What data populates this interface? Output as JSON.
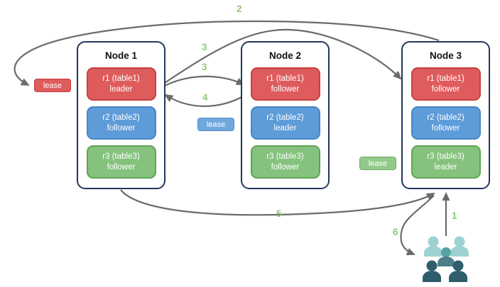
{
  "diagram_title": "replication-leases-diagram",
  "nodes": [
    {
      "title": "Node 1",
      "replicas": [
        {
          "name": "r1 (table1)",
          "role": "leader",
          "color": "red"
        },
        {
          "name": "r2 (table2)",
          "role": "follower",
          "color": "blue"
        },
        {
          "name": "r3 (table3)",
          "role": "follower",
          "color": "green"
        }
      ]
    },
    {
      "title": "Node 2",
      "replicas": [
        {
          "name": "r1 (table1)",
          "role": "follower",
          "color": "red"
        },
        {
          "name": "r2 (table2)",
          "role": "leader",
          "color": "blue"
        },
        {
          "name": "r3 (table3)",
          "role": "follower",
          "color": "green"
        }
      ]
    },
    {
      "title": "Node 3",
      "replicas": [
        {
          "name": "r1 (table1)",
          "role": "follower",
          "color": "blue"
        },
        {
          "name": "r2 (table2)",
          "role": "follower",
          "color": "blue"
        },
        {
          "name": "r3 (table3)",
          "role": "leader",
          "color": "green"
        }
      ]
    }
  ],
  "leases": [
    {
      "label": "lease",
      "color": "red"
    },
    {
      "label": "lease",
      "color": "blue"
    },
    {
      "label": "lease",
      "color": "green"
    }
  ],
  "steps": [
    {
      "label": "1"
    },
    {
      "label": "2"
    },
    {
      "label": "3"
    },
    {
      "label": "3"
    },
    {
      "label": "4"
    },
    {
      "label": "5"
    },
    {
      "label": "6"
    }
  ],
  "client_icon": "people-group-icon",
  "colors": {
    "node_border": "#24365a",
    "red_fill": "#df5c5c",
    "red_border": "#c74040",
    "blue_fill": "#5d9cd8",
    "blue_border": "#4a86c4",
    "green_fill": "#85c27d",
    "green_border": "#61a356",
    "lease_blue_fill": "#6fa8dc",
    "lease_green_fill": "#92ca8b",
    "arrow": "#6b6b6b",
    "step_number": "#8fc878",
    "people_light": "#9ed2d0",
    "people_mid_head": "#58a2a4",
    "people_mid_body": "#4d7e8a",
    "people_dark": "#2f5d6b"
  }
}
